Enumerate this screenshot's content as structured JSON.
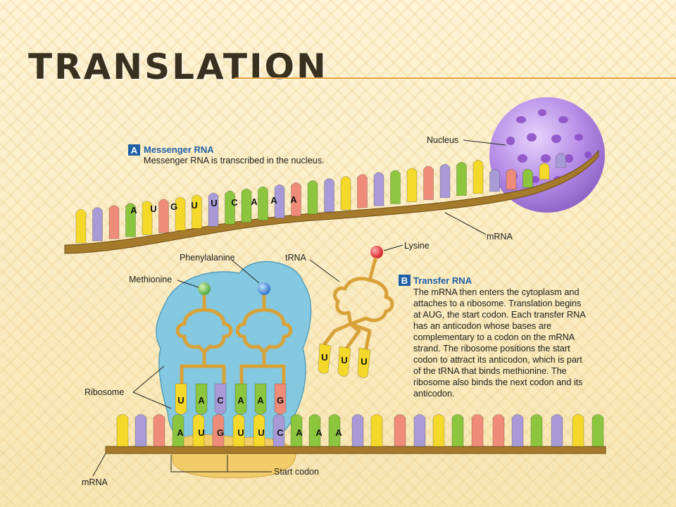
{
  "slide": {
    "title": "TRANSLATION"
  },
  "colors": {
    "A": "#8cc63e",
    "U": "#f5d92a",
    "G": "#ef8c79",
    "C": "#a89ad6",
    "backbone": "#a57a2b",
    "nucleus": "#b48ae6",
    "ribosome": "#7ec7e3",
    "trna": "#d9a238",
    "heading_blue": "#1f5fa8"
  },
  "panel_a": {
    "badge": "A",
    "heading": "Messenger RNA",
    "text": "Messenger RNA is transcribed in the nucleus."
  },
  "panel_b": {
    "badge": "B",
    "heading": "Transfer RNA",
    "lines": [
      "The mRNA then enters the cytoplasm and",
      "attaches to a ribosome. Translation begins",
      "at AUG, the start codon. Each transfer RNA",
      "has an anticodon whose bases are",
      "complementary to a codon on the mRNA",
      "strand. The ribosome positions the start",
      "codon to attract its anticodon, which is part",
      "of the tRNA that binds methionine. The",
      "ribosome also binds the next codon and its",
      "anticodon."
    ]
  },
  "labels": {
    "nucleus": "Nucleus",
    "mrna_top": "mRNA",
    "lysine": "Lysine",
    "trna": "tRNA",
    "phenylalanine": "Phenylalanine",
    "methionine": "Methionine",
    "ribosome": "Ribosome",
    "mrna_bottom": "mRNA",
    "start_codon": "Start codon"
  },
  "top_strand_letters": [
    "A",
    "U",
    "G",
    "U",
    "U",
    "C",
    "A",
    "A",
    "A"
  ],
  "bottom_strand_letters": [
    "A",
    "U",
    "G",
    "U",
    "U",
    "C",
    "A",
    "A",
    "A"
  ],
  "anticodon_letters": [
    "U",
    "A",
    "C",
    "A",
    "A",
    "G"
  ],
  "free_trna_anticodon": [
    "U",
    "U",
    "U"
  ]
}
